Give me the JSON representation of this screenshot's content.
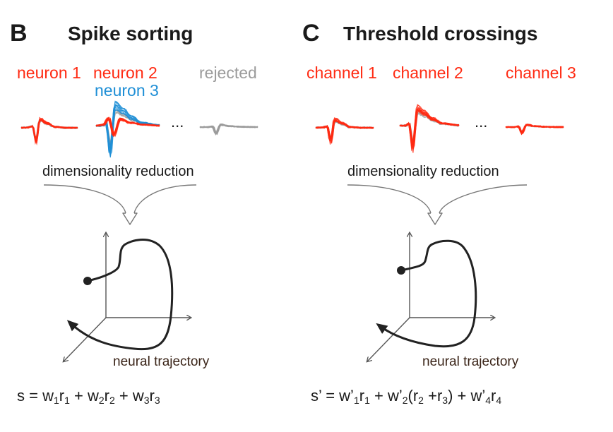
{
  "panel_b": {
    "letter": "B",
    "title": "Spike sorting",
    "units": [
      {
        "label": "neuron 1",
        "color": "#ff2a12"
      },
      {
        "label": "neuron 2",
        "color": "#ff2a12"
      },
      {
        "label": "neuron 3",
        "color": "#1f8fd6"
      },
      {
        "label": "rejected",
        "color": "#9b9b9b"
      }
    ],
    "ellipsis": "...",
    "dim_reduction": "dimensionality reduction",
    "trajectory_label": "neural trajectory",
    "equation": {
      "lhs": "s",
      "eq": " = ",
      "t1w": "w",
      "t1ws": "1",
      "t1r": "r",
      "t1rs": "1",
      "plus1": " + ",
      "t2w": "w",
      "t2ws": "2",
      "t2r": "r",
      "t2rs": "2",
      "plus2": " + ",
      "t3w": "w",
      "t3ws": "3",
      "t3r": "r",
      "t3rs": "3"
    }
  },
  "panel_c": {
    "letter": "C",
    "title": "Threshold crossings",
    "channels": [
      {
        "label": "channel 1",
        "color": "#ff2a12"
      },
      {
        "label": "channel 2",
        "color": "#ff2a12"
      },
      {
        "label": "channel 3",
        "color": "#ff2a12"
      }
    ],
    "ellipsis": "...",
    "dim_reduction": "dimensionality reduction",
    "trajectory_label": "neural trajectory",
    "equation": {
      "lhs": "s’",
      "eq": " = ",
      "t1w": "w’",
      "t1ws": "1",
      "t1r": "r",
      "t1rs": "1",
      "plus1": " + ",
      "t2w": "w’",
      "t2ws": "2",
      "open": "(",
      "t2r": "r",
      "t2rs": "2",
      "plus_in": " +",
      "t3r": "r",
      "t3rs": "3",
      "close": ")",
      "plus2": " + ",
      "t4w": "w’",
      "t4ws": "4",
      "t4r": "r",
      "t4rs": "4"
    }
  },
  "colors": {
    "red": "#ff2a12",
    "blue": "#1f8fd6",
    "gray": "#9b9b9b",
    "axis": "#555555",
    "trajectory": "#222222"
  }
}
